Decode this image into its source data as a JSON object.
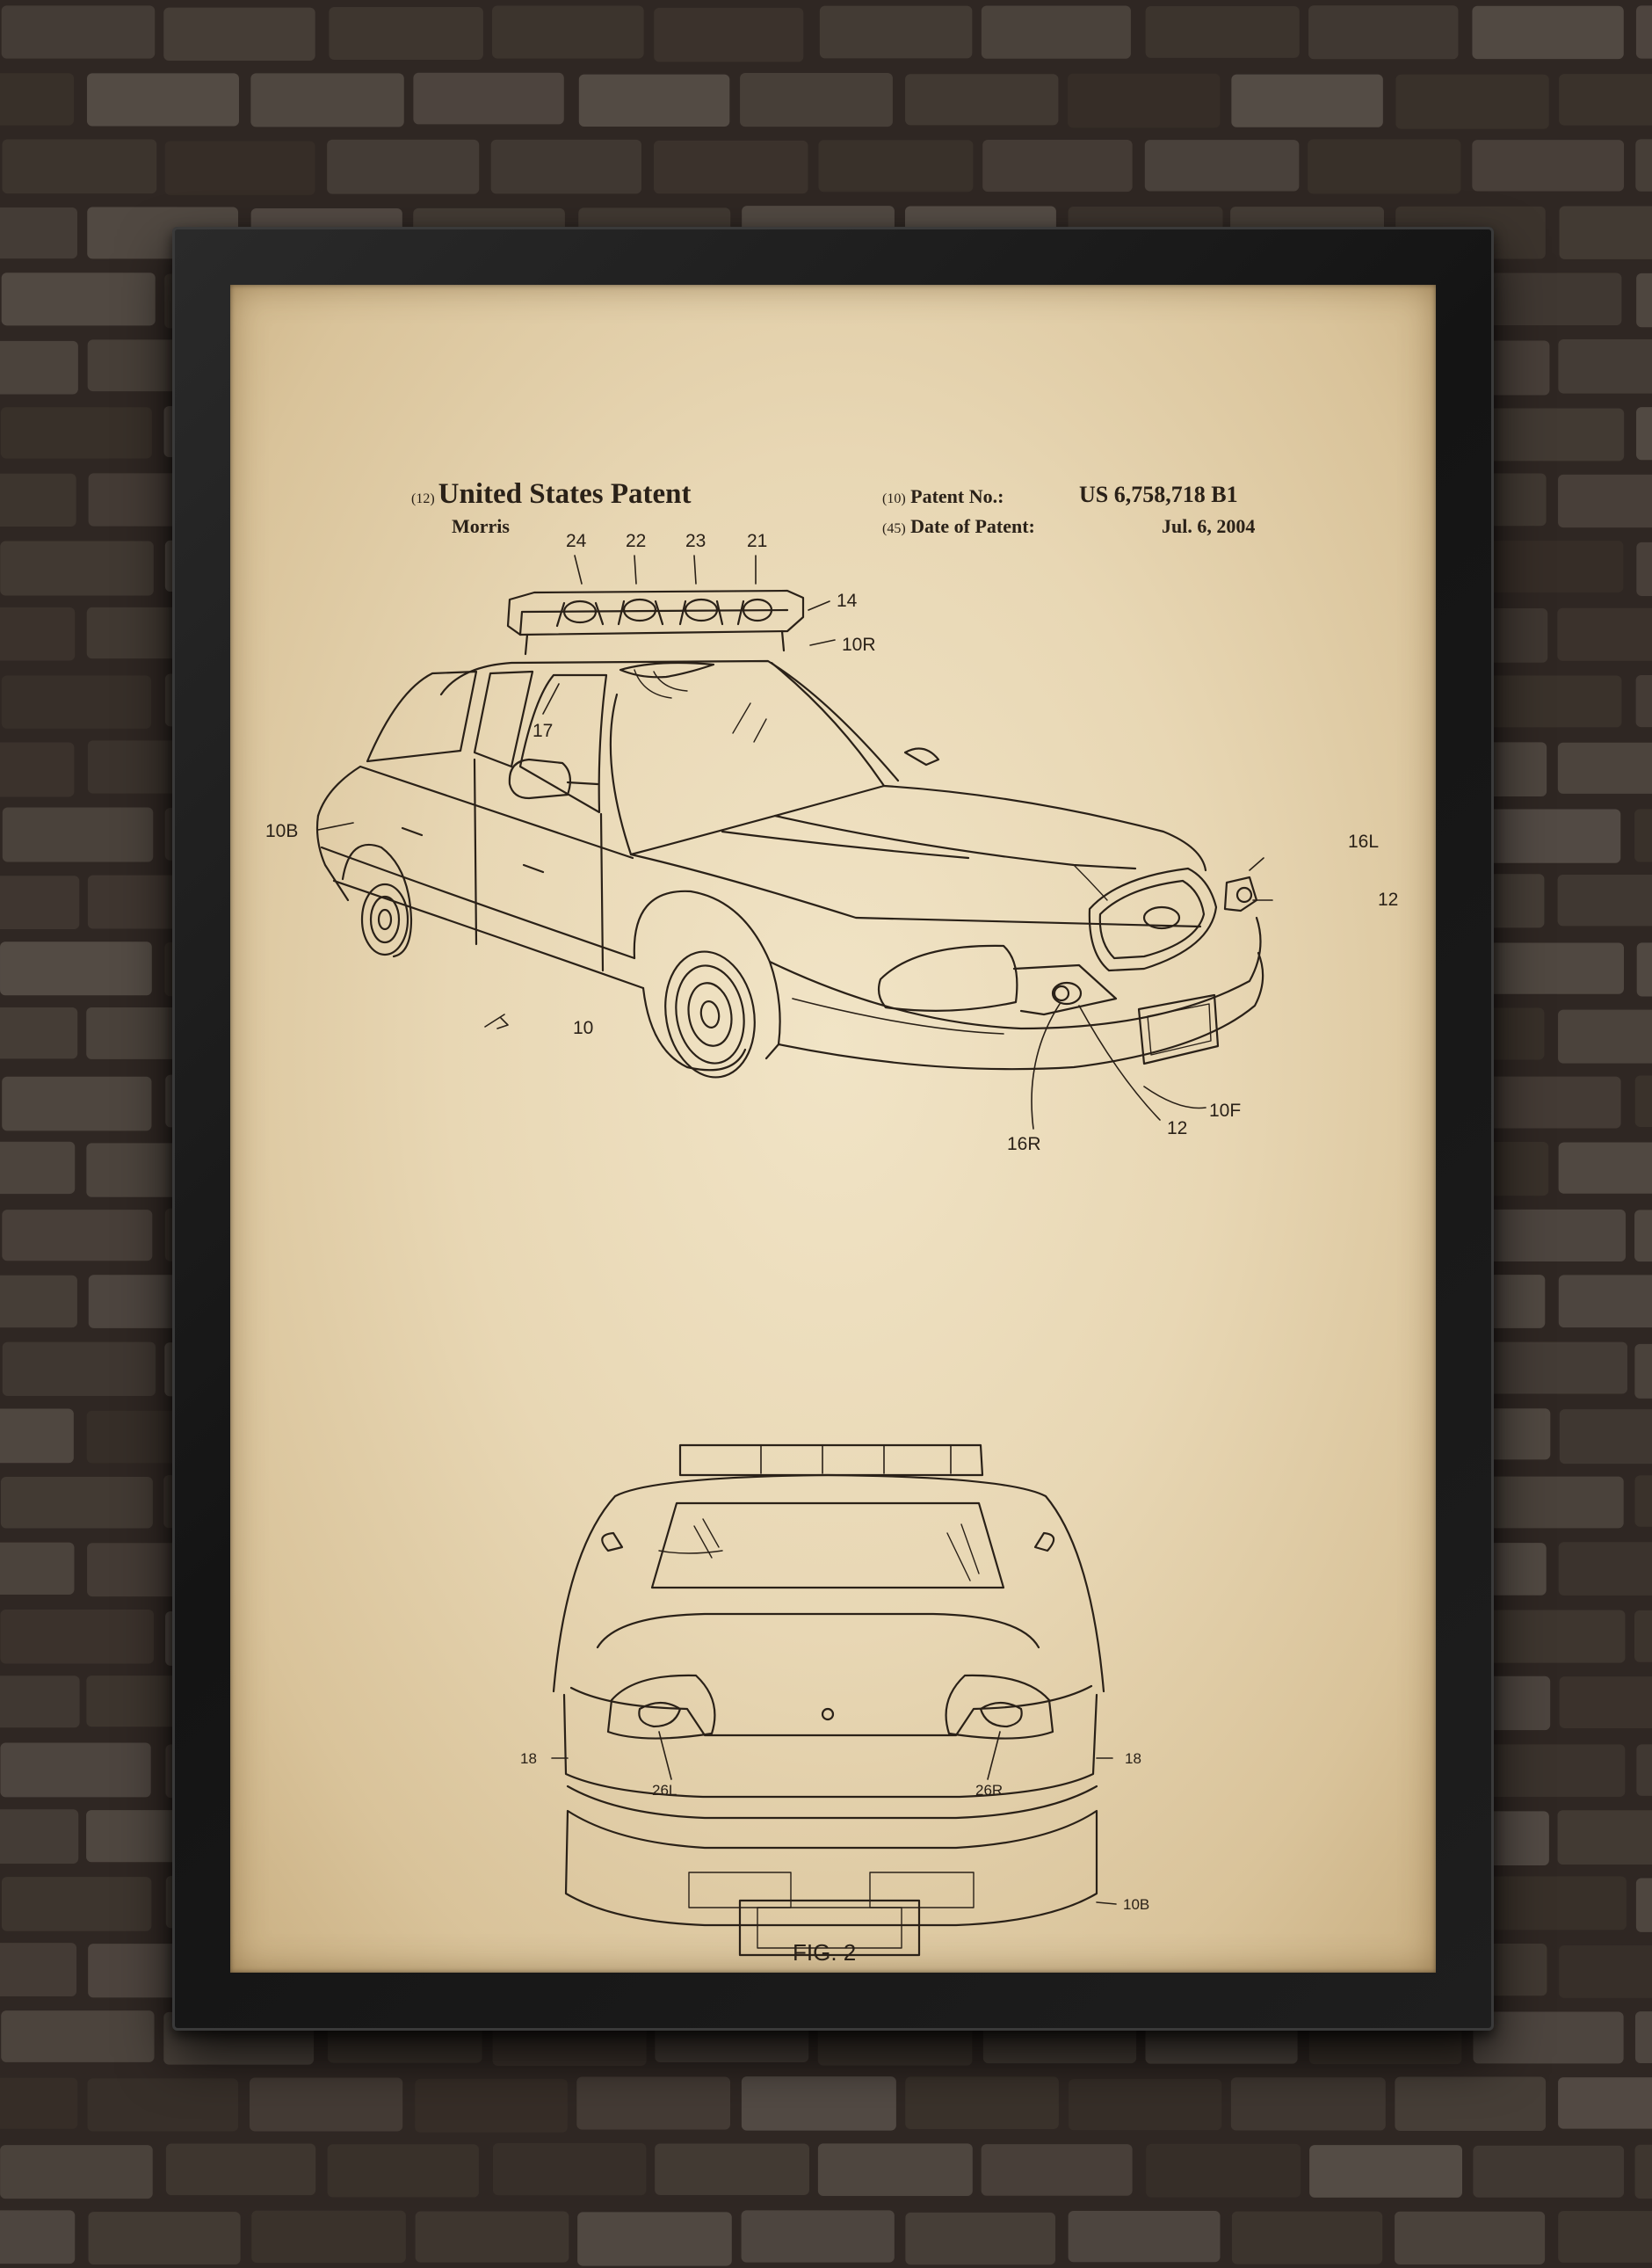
{
  "patent": {
    "type_code": "(12)",
    "type": "United States Patent",
    "inventor": "Morris",
    "number_code": "(10)",
    "number_label": "Patent No.:",
    "number": "US 6,758,718 B1",
    "date_code": "(45)",
    "date_label": "Date of Patent:",
    "date": "Jul. 6, 2004"
  },
  "figure": {
    "caption": "FIG. 2",
    "labels": {
      "l24": "24",
      "l22": "22",
      "l23": "23",
      "l21": "21",
      "l14": "14",
      "l10r": "10R",
      "l17": "17",
      "l10b": "10B",
      "l16l": "16L",
      "l12a": "12",
      "l10": "10",
      "l16r": "16R",
      "l12b": "12",
      "l10f": "10F",
      "l18a": "18",
      "l18b": "18",
      "l26l": "26L",
      "l26r": "26R",
      "l10b2": "10B"
    }
  },
  "colors": {
    "paper": "#e8d7b4",
    "ink": "#2a2118",
    "frame": "#151515",
    "brick": "#4a3e36"
  }
}
